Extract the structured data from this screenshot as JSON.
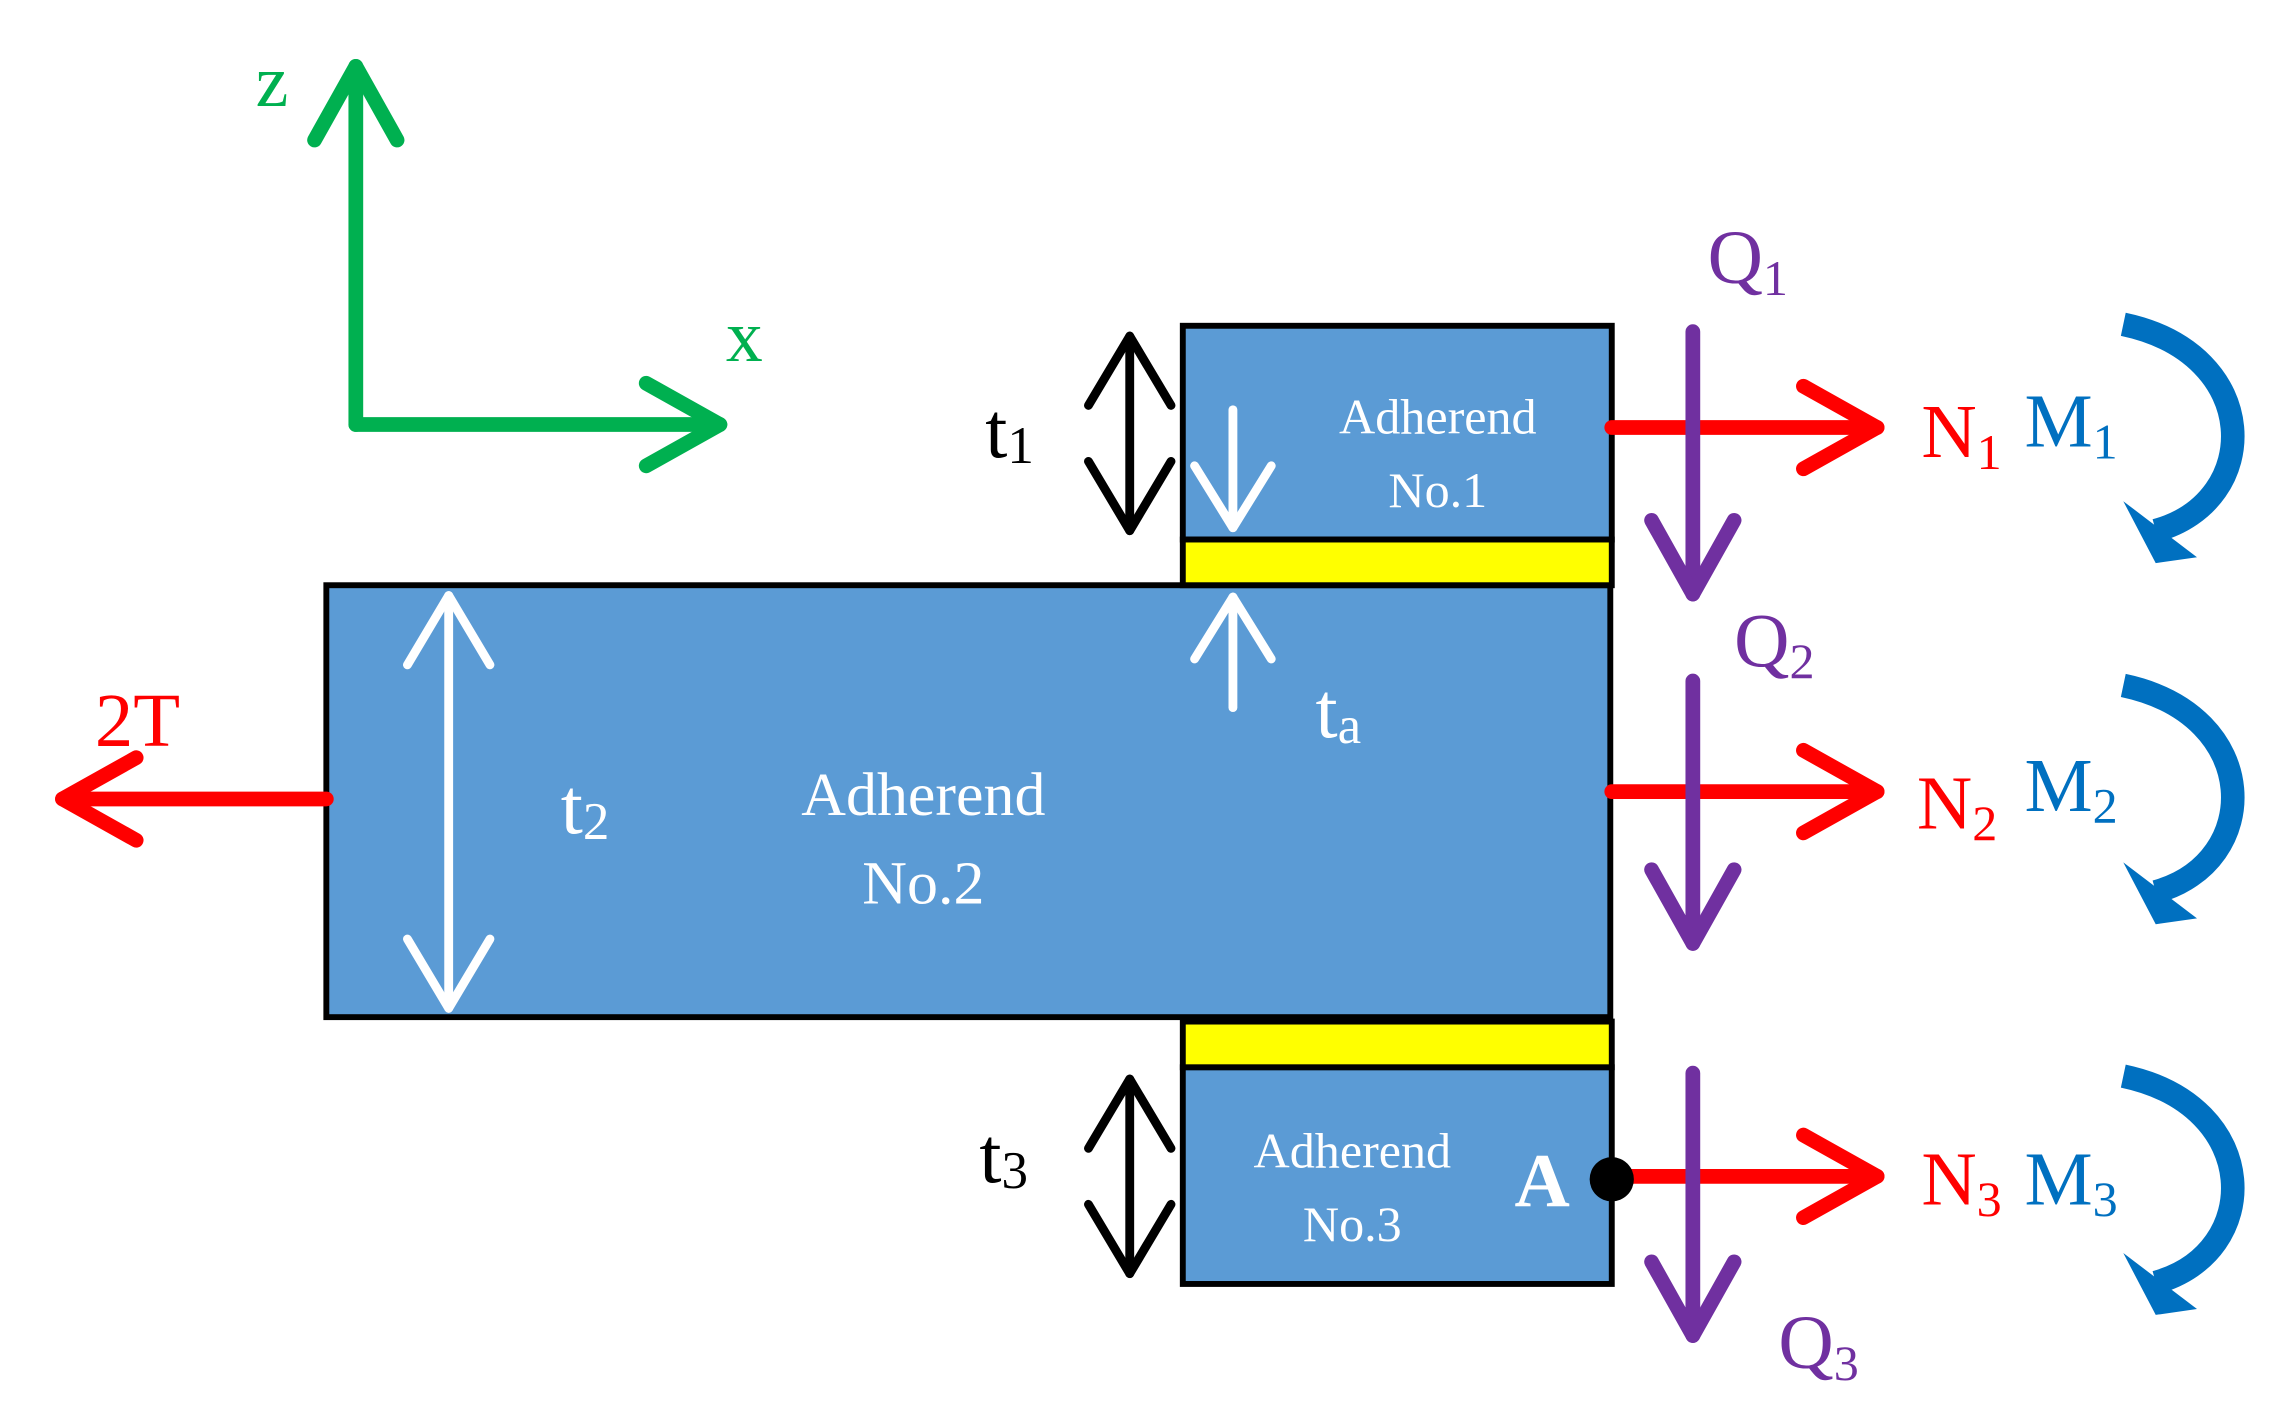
{
  "colors": {
    "axis": "#00b050",
    "adherend_fill": "#5b9bd5",
    "adhesive_fill": "#ffff00",
    "outline": "#000000",
    "normal_force": "#ff0000",
    "shear_force": "#7030a0",
    "moment": "#0070c0",
    "dimension_white": "#ffffff",
    "dimension_black": "#000000"
  },
  "axes": {
    "z": "z",
    "x": "x"
  },
  "adherends": {
    "no1": {
      "line1": "Adherend",
      "line2": "No.1"
    },
    "no2": {
      "line1": "Adherend",
      "line2": "No.2"
    },
    "no3": {
      "line1": "Adherend",
      "line2": "No.3"
    }
  },
  "dimensions": {
    "t1": {
      "base": "t",
      "sub": "1"
    },
    "t2": {
      "base": "t",
      "sub": "2"
    },
    "t3": {
      "base": "t",
      "sub": "3"
    },
    "ta": {
      "base": "t",
      "sub": "a"
    }
  },
  "loads": {
    "applied": "2T",
    "normal": [
      {
        "base": "N",
        "sub": "1"
      },
      {
        "base": "N",
        "sub": "2"
      },
      {
        "base": "N",
        "sub": "3"
      }
    ],
    "shear": [
      {
        "base": "Q",
        "sub": "1"
      },
      {
        "base": "Q",
        "sub": "2"
      },
      {
        "base": "Q",
        "sub": "3"
      }
    ],
    "moment": [
      {
        "base": "M",
        "sub": "1"
      },
      {
        "base": "M",
        "sub": "2"
      },
      {
        "base": "M",
        "sub": "3"
      }
    ]
  },
  "point": {
    "label": "A"
  }
}
